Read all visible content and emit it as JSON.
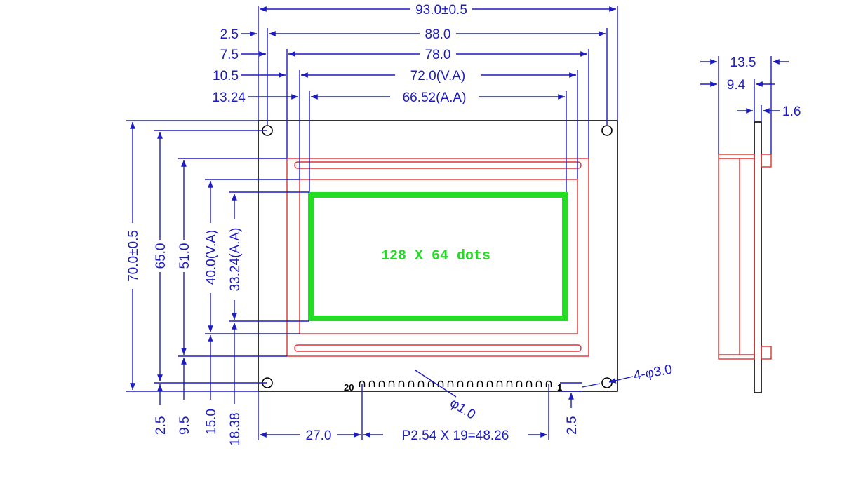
{
  "front_view": {
    "widths": {
      "outline": "93.0±0.5",
      "hole_pitch": "88.0",
      "bezel": "78.0",
      "view_area": "72.0(V.A)",
      "active_area": "66.52(A.A)"
    },
    "left_offsets": {
      "hole": "2.5",
      "bezel": "7.5",
      "view_area": "10.5",
      "active_area": "13.24"
    },
    "heights": {
      "outline": "70.0±0.5",
      "hole_pitch": "65.0",
      "bezel": "51.0",
      "view_area": "40.0(V.A)",
      "active_area": "33.24(A.A)"
    },
    "bottom_offsets": {
      "hole": "2.5",
      "bezel": "9.5",
      "view_area": "15.0",
      "active_area": "18.38"
    },
    "display_label": "128 X 64 dots",
    "pin_first": "20",
    "pin_last": "1",
    "pin_hole_diameter": "φ1.0",
    "mount_hole": "4-φ3.0",
    "pin_start_offset": "27.0",
    "pin_pitch_span": "P2.54 X 19=48.26",
    "pin_row_offset": "2.5"
  },
  "side_view": {
    "total_thickness": "13.5",
    "module_thickness": "9.4",
    "pcb_thickness": "1.6"
  },
  "colors": {
    "dimension": "#1c1cc0",
    "bezel": "#e03030",
    "active_area": "#22dd22",
    "outline": "#000000"
  }
}
